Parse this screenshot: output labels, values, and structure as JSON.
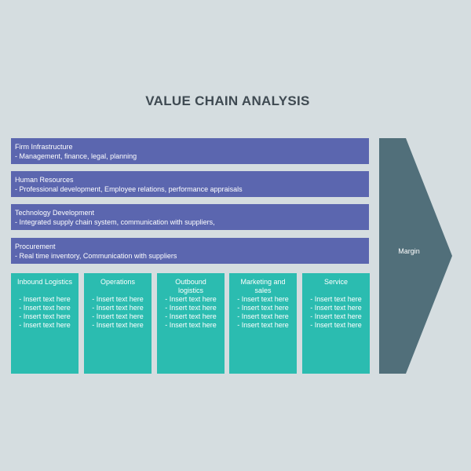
{
  "diagram": {
    "title": "VALUE CHAIN ANALYSIS",
    "support_activities": [
      {
        "title": "Firm Infrastructure",
        "desc": "- Management, finance, legal, planning"
      },
      {
        "title": "Human Resources",
        "desc": "- Professional development, Employee relations, performance appraisals"
      },
      {
        "title": "Technology Development",
        "desc": "- Integrated supply chain system, communication with suppliers,"
      },
      {
        "title": "Procurement",
        "desc": "- Real time inventory, Communication with suppliers"
      }
    ],
    "primary_activities": [
      {
        "title": "Inbound Logistics",
        "items": [
          "- Insert text here",
          "- Insert text here",
          "- Insert text here",
          "- Insert text here"
        ]
      },
      {
        "title": "Operations",
        "items": [
          "- Insert text here",
          "- Insert text here",
          "- Insert text here",
          "- Insert text here"
        ]
      },
      {
        "title": "Outbound logistics",
        "items": [
          "- Insert text here",
          "- Insert text here",
          "- Insert text here",
          "- Insert text here"
        ]
      },
      {
        "title": "Marketing and sales",
        "items": [
          "- Insert text here",
          "- Insert text here",
          "- Insert text here",
          "- Insert text here"
        ]
      },
      {
        "title": "Service",
        "items": [
          "- Insert text here",
          "- Insert text here",
          "- Insert text here",
          "- Insert text here"
        ]
      }
    ],
    "margin_label": "Margin",
    "colors": {
      "background": "#d5dde0",
      "support": "#5b66af",
      "primary": "#2bbcb0",
      "margin": "#516f7a",
      "title": "#3f4a52"
    }
  }
}
